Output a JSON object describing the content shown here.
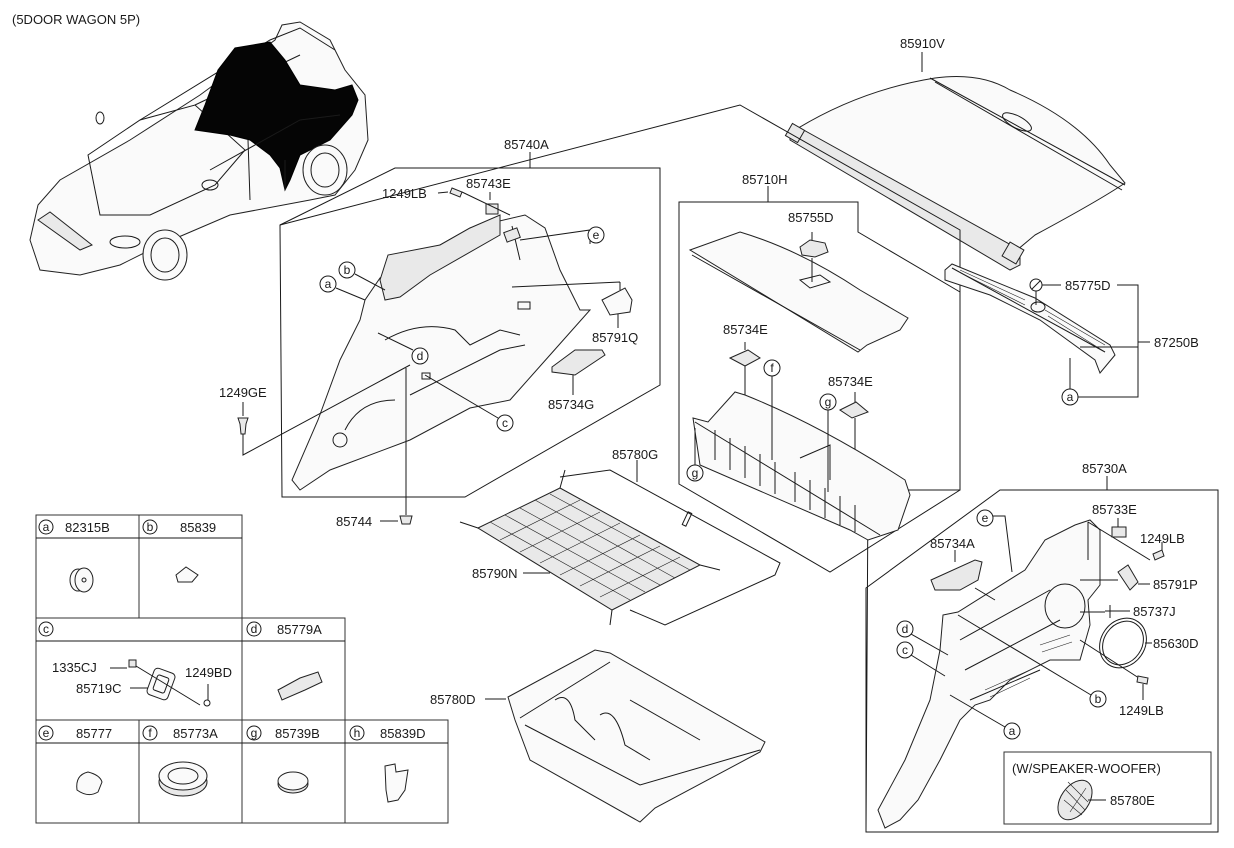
{
  "header": {
    "variant": "(5DOOR WAGON 5P)"
  },
  "callouts": {
    "c85910V": "85910V",
    "c85740A": "85740A",
    "c85743E": "85743E",
    "c1249LB_a": "1249LB",
    "c85791Q": "85791Q",
    "c85734G": "85734G",
    "c1249GE": "1249GE",
    "c85744": "85744",
    "c85710H": "85710H",
    "c85755D": "85755D",
    "c85734E_a": "85734E",
    "c85734E_b": "85734E",
    "c85775D": "85775D",
    "c87250B": "87250B",
    "c85780G": "85780G",
    "c85790N": "85790N",
    "c85780D": "85780D",
    "c85730A": "85730A",
    "c85733E": "85733E",
    "c1249LB_b": "1249LB",
    "c85734A": "85734A",
    "c85791P": "85791P",
    "c85737J": "85737J",
    "c85630D": "85630D",
    "c1249LB_c": "1249LB",
    "c85780E": "85780E"
  },
  "ref_letters": {
    "a": "a",
    "b": "b",
    "c": "c",
    "d": "d",
    "e": "e",
    "f": "f",
    "g": "g",
    "h": "h"
  },
  "woofer_box": {
    "title": "(W/SPEAKER-WOOFER)"
  },
  "fastener_table": [
    {
      "letter": "a",
      "part": "82315B"
    },
    {
      "letter": "b",
      "part": "85839"
    },
    {
      "letter": "c",
      "part": "",
      "sub_parts": [
        "1335CJ",
        "85719C",
        "1249BD"
      ]
    },
    {
      "letter": "d",
      "part": "85779A"
    },
    {
      "letter": "e",
      "part": "85777"
    },
    {
      "letter": "f",
      "part": "85773A"
    },
    {
      "letter": "g",
      "part": "85739B"
    },
    {
      "letter": "h",
      "part": "85839D"
    }
  ]
}
